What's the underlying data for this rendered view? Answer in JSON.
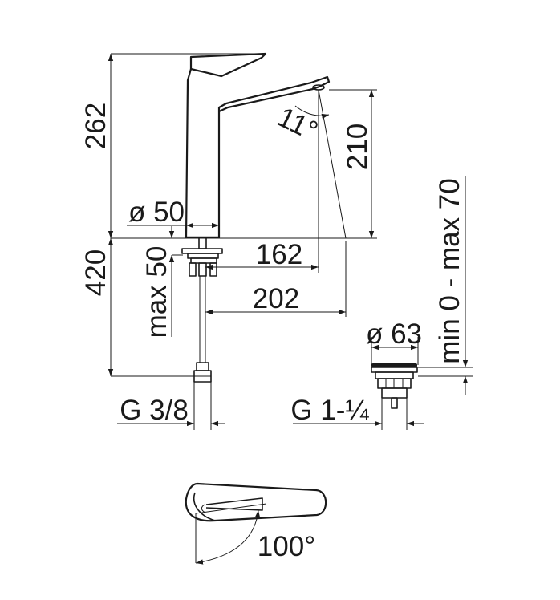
{
  "dimensions": {
    "height_total": "262",
    "spout_height": "210",
    "angle_spout": "11°",
    "body_diameter": "ø 50",
    "below_deck": "420",
    "max_deck": "max 50",
    "reach_162": "162",
    "reach_202": "202",
    "drain_diameter": "ø 63",
    "drain_range": "min 0 - max 70",
    "thread_supply": "G 3/8",
    "thread_drain": "G 1-¼",
    "handle_rotation": "100°"
  }
}
